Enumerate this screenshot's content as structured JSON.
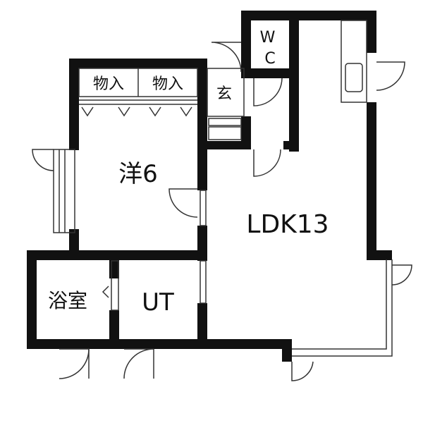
{
  "floorplan": {
    "rooms": {
      "western_room": "洋6",
      "ldk": "LDK13",
      "bath": "浴室",
      "utility": "UT",
      "entrance": "玄",
      "wc": "W\nC",
      "closet_left": "物入",
      "closet_right": "物入"
    },
    "colors": {
      "wall": "#111111",
      "background": "#ffffff",
      "thin_line": "#333333"
    }
  }
}
